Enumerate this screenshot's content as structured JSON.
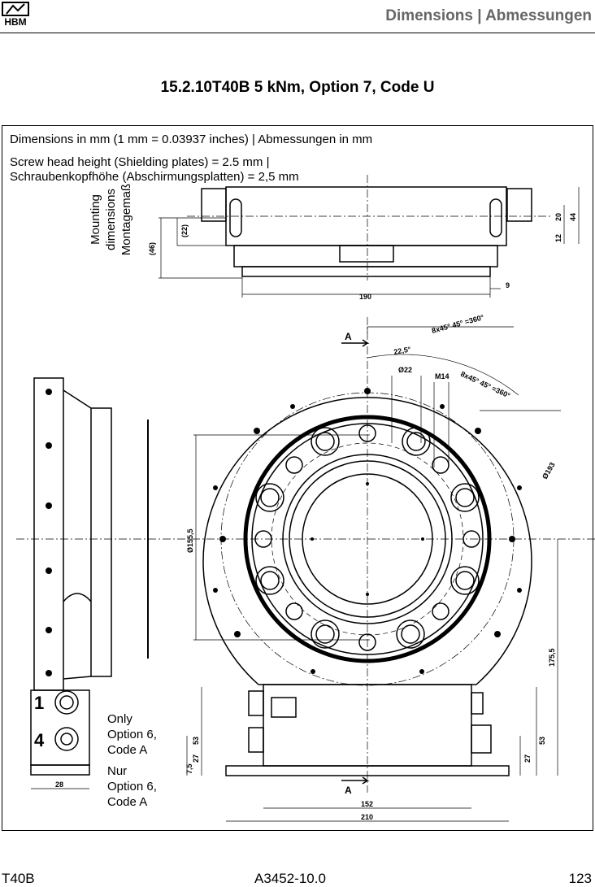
{
  "header": {
    "logo_text": "HBM",
    "title": "Dimensions | Abmessungen"
  },
  "section": {
    "number": "15.2.10",
    "title": "T40B 5 kNm, Option 7, Code U"
  },
  "notes": {
    "units": "Dimensions in mm (1 mm = 0.03937 inches) | Abmessungen in mm",
    "screw_line1": "Screw head height (Shielding plates) = 2.5 mm |",
    "screw_line2": "Schraubenkopfhöhe (Abschirmungsplatten) = 2,5 mm"
  },
  "mounting_label": [
    "Mounting",
    "dimensions",
    "Montagemaß"
  ],
  "option_label": {
    "en": [
      "Only",
      "Option 6,",
      "Code A"
    ],
    "de": [
      "Nur",
      "Option 6,",
      "Code A"
    ]
  },
  "dimensions": {
    "d46": "(46)",
    "d22": "(22)",
    "d20": "20",
    "d44": "44",
    "d12": "12",
    "d190": "190",
    "d9": "9",
    "d155": "Ø155,5",
    "d193": "Ø193",
    "d22b": "Ø22",
    "m14": "M14",
    "angle1": "8x45° 45° =360°",
    "angle2": "22,5°",
    "angle3": "8x45° 45° =360°",
    "section_a": "A",
    "d1755": "175,5",
    "d53a": "53",
    "d27a": "27",
    "d75": "7,5",
    "d53b": "53",
    "d27b": "27",
    "d152": "152",
    "d210": "210",
    "d28": "28",
    "conn1": "1",
    "conn4": "4"
  },
  "footer": {
    "product": "T40B",
    "doc": "A3452-10.0",
    "page": "123"
  }
}
